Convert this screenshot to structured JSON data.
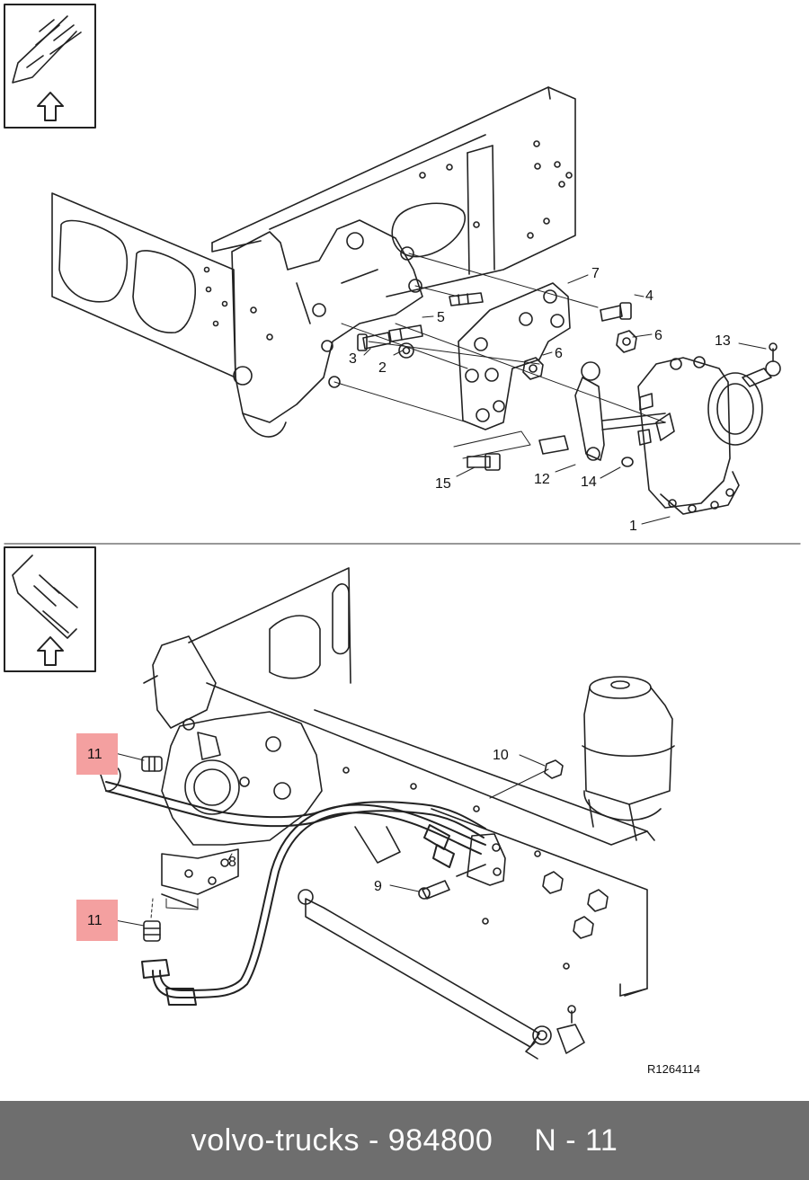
{
  "top_diagram": {
    "callouts": [
      "1",
      "2",
      "3",
      "4",
      "5",
      "6",
      "6",
      "7",
      "12",
      "13",
      "14",
      "15"
    ]
  },
  "bottom_diagram": {
    "callouts": [
      "8",
      "9",
      "10",
      "11",
      "11"
    ],
    "reference_code": "R1264114"
  },
  "highlight": {
    "part_number": "11",
    "color": "#f4a0a0"
  },
  "footer": {
    "brand_and_part": "volvo-trucks - 984800",
    "position": "N - 11",
    "background": "#6e6e6e"
  },
  "icons": [
    "direction-arrow-icon",
    "direction-arrow-icon"
  ]
}
